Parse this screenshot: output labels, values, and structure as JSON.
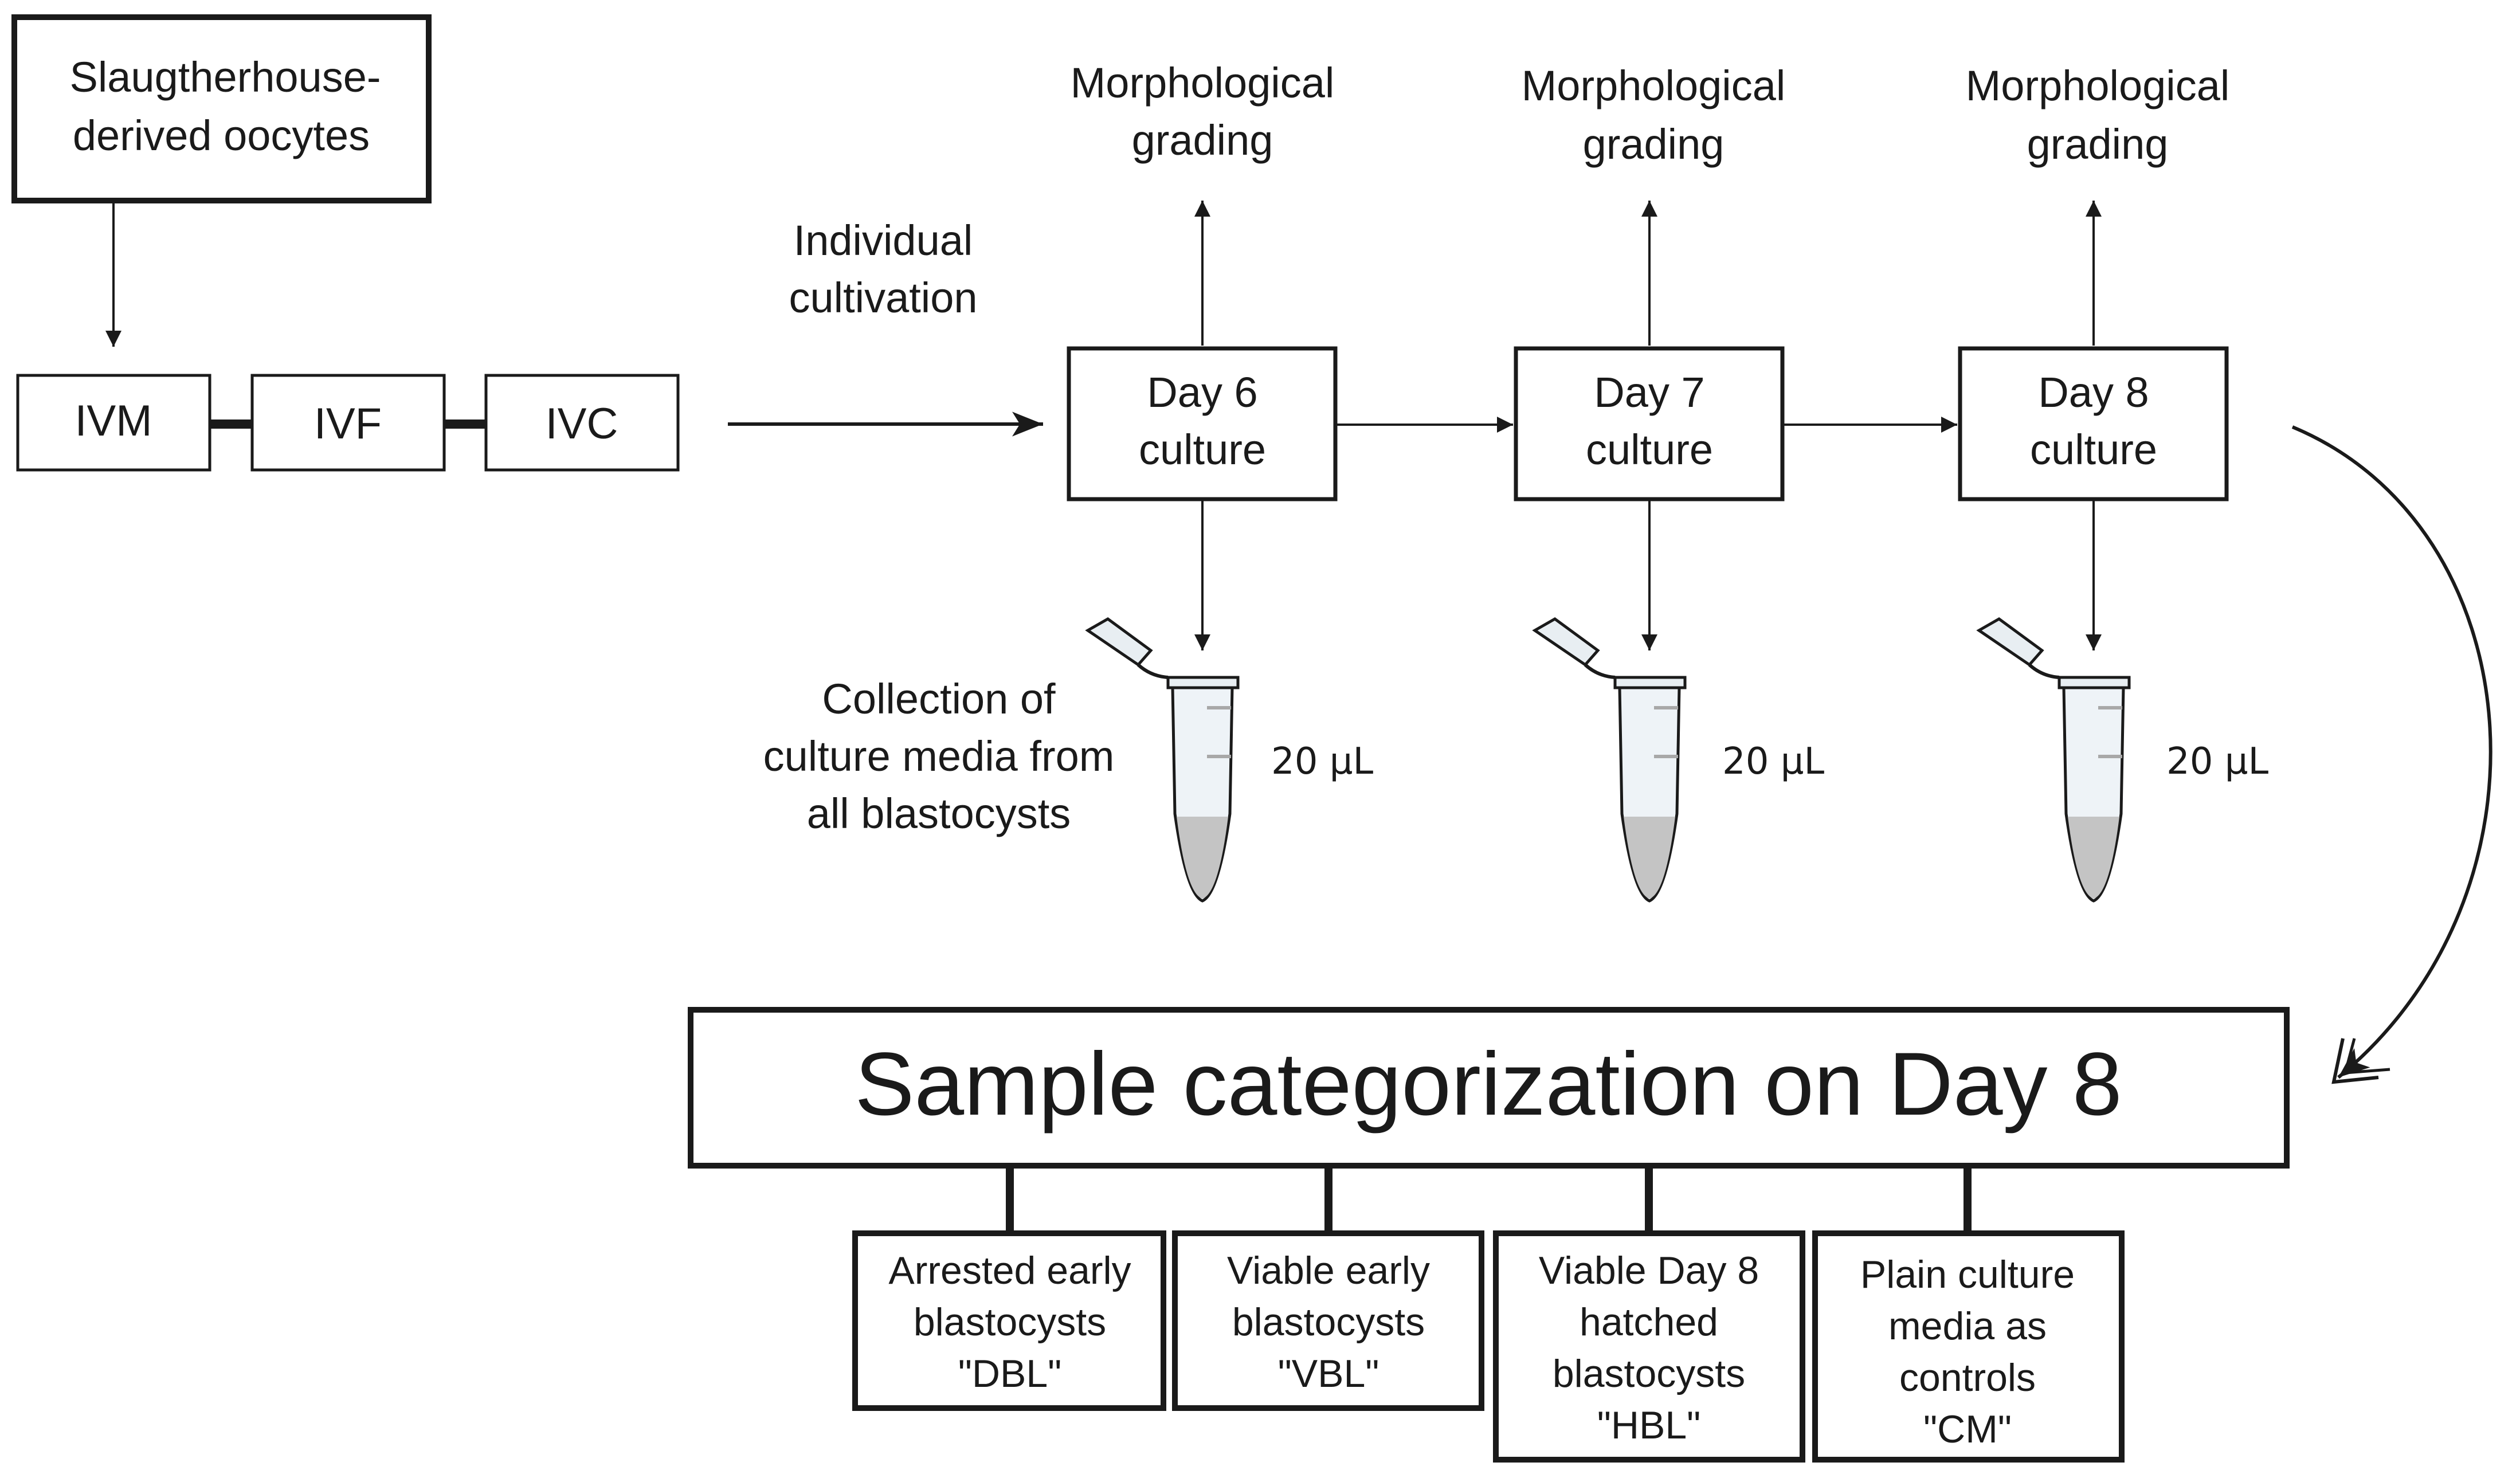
{
  "source": {
    "lines": [
      "Slaugtherhouse-",
      "derived oocytes"
    ]
  },
  "ivp_steps": [
    "IVM",
    "IVF",
    "IVC"
  ],
  "individual_cultivation": {
    "lines": [
      "Individual",
      "cultivation"
    ]
  },
  "culture_days": [
    {
      "box_lines": [
        "Day 6",
        "culture"
      ],
      "grading_lines": [
        "Morphological",
        "grading"
      ],
      "volume": "20 µL"
    },
    {
      "box_lines": [
        "Day 7",
        "culture"
      ],
      "grading_lines": [
        "Morphological",
        "grading"
      ],
      "volume": "20 µL"
    },
    {
      "box_lines": [
        "Day 8",
        "culture"
      ],
      "grading_lines": [
        "Morphological",
        "grading"
      ],
      "volume": "20 µL"
    }
  ],
  "collection": {
    "lines": [
      "Collection of",
      "culture media from",
      "all blastocysts"
    ]
  },
  "categorization": {
    "title": "Sample categorization on Day 8"
  },
  "categories": [
    {
      "lines": [
        "Arrested early",
        "blastocysts",
        "\"DBL\""
      ]
    },
    {
      "lines": [
        "Viable early",
        "blastocysts",
        "\"VBL\""
      ]
    },
    {
      "lines": [
        "Viable Day 8",
        "hatched",
        "blastocysts",
        "\"HBL\""
      ]
    },
    {
      "lines": [
        "Plain culture",
        "media as",
        "controls",
        "\"CM\""
      ]
    }
  ],
  "colors": {
    "ink": "#1a1a1a",
    "tube_body": "#eef3f7",
    "tube_liquid": "#c4c4c4",
    "tube_cap": "#e8eef2"
  }
}
